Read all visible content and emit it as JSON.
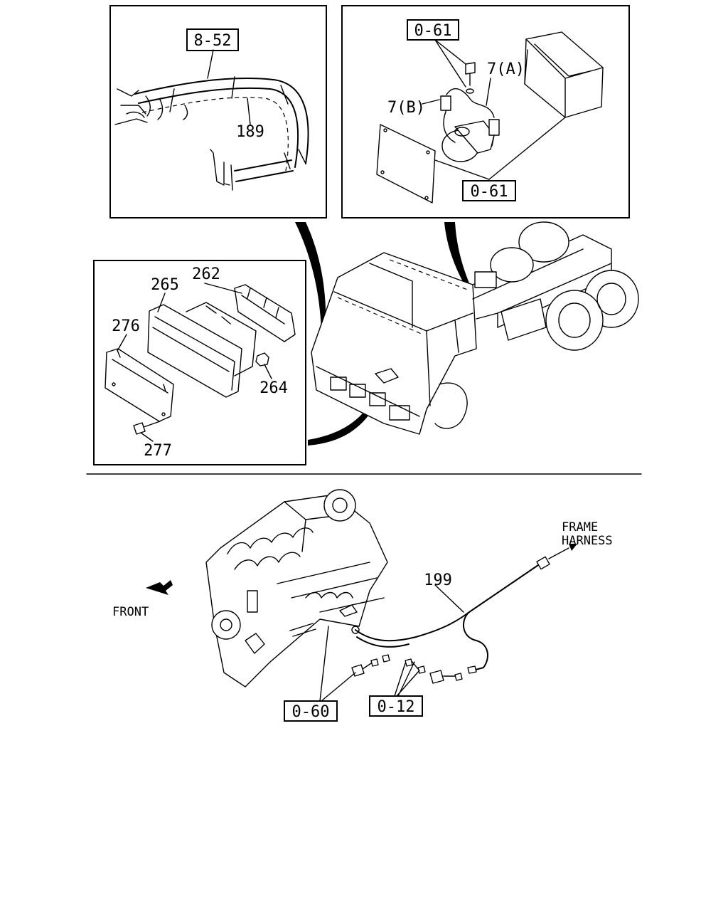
{
  "callouts": {
    "harness_ref": "8-52",
    "harness_part": "189",
    "module_ref_top": "0-61",
    "module_ref_bottom": "0-61",
    "connector_a": "7(A)",
    "connector_b": "7(B)",
    "bracket": "262",
    "case": "265",
    "cover": "276",
    "nut": "264",
    "bolt": "277",
    "engine_harness": "199",
    "sensor_ref": "0-60",
    "connector_ref": "0-12"
  },
  "notes": {
    "frame_line1": "FRAME",
    "frame_line2": "HARNESS",
    "front": "FRONT"
  }
}
